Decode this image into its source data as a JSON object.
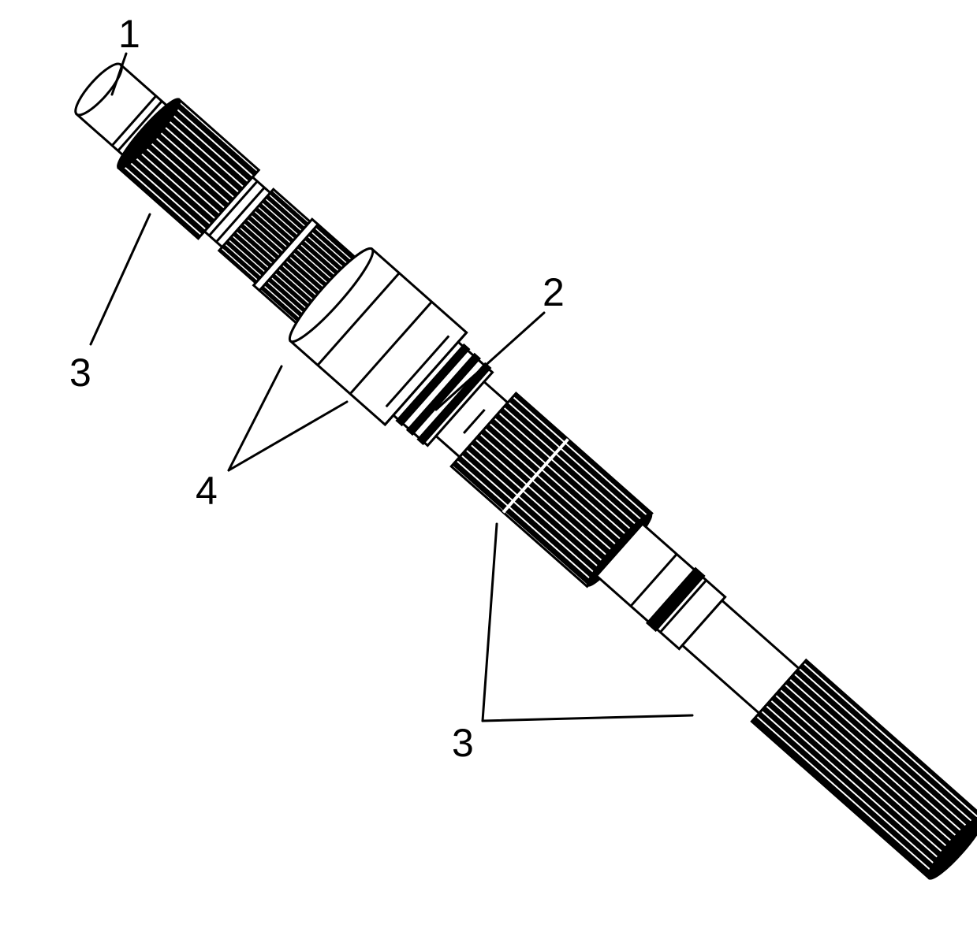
{
  "callouts": {
    "c1": "1",
    "c2": "2",
    "c3_top": "3",
    "c3_bottom": "3",
    "c4": "4"
  },
  "colors": {
    "ink": "#000000",
    "paper": "#ffffff"
  },
  "icons": {
    "part": "shaft-icon"
  }
}
